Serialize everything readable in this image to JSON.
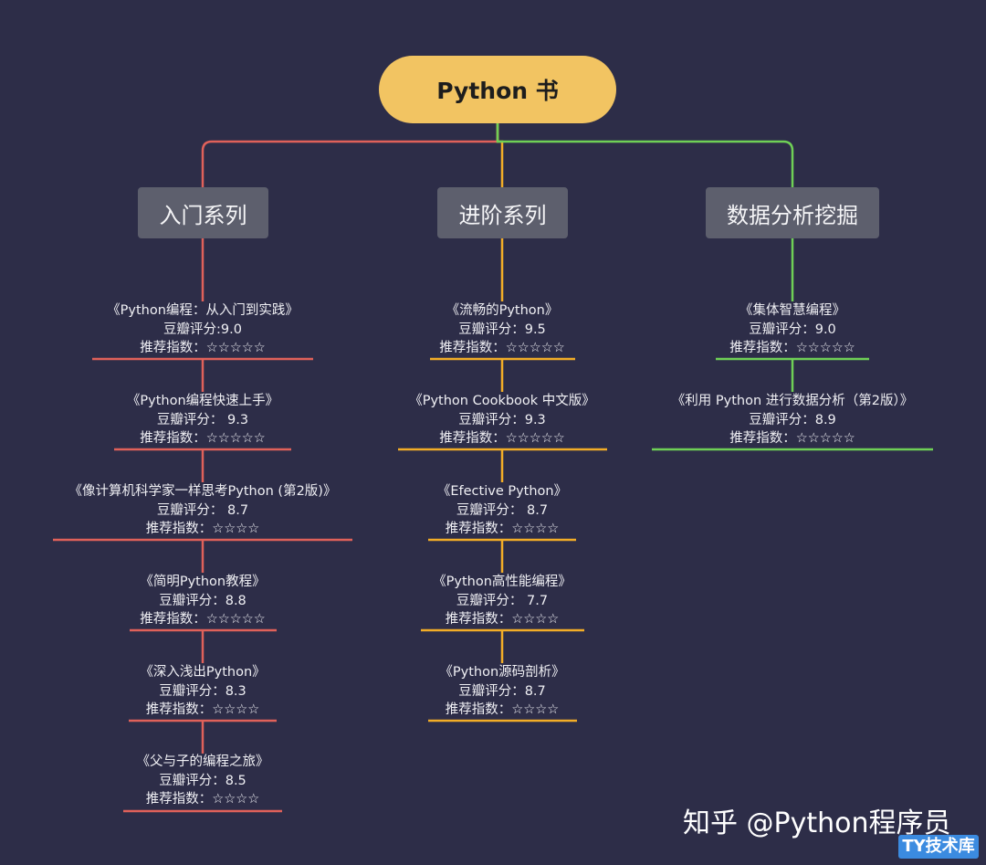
{
  "root": {
    "title": "Python 书"
  },
  "colors": {
    "background": "#2d2d48",
    "root_fill": "#f2c462",
    "category_fill": "#5d5f6d",
    "branches": [
      "#e0615a",
      "#f2ad27",
      "#6fd056"
    ]
  },
  "branches": [
    {
      "name": "入门系列",
      "books": [
        {
          "title": "《Python编程：从入门到实践》",
          "rating": "豆瓣评分:9.0",
          "stars": "推荐指数：☆☆☆☆☆"
        },
        {
          "title": "《Python编程快速上手》",
          "rating": "豆瓣评分： 9.3",
          "stars": "推荐指数：☆☆☆☆☆"
        },
        {
          "title": "《像计算机科学家一样思考Python (第2版)》",
          "rating": "豆瓣评分： 8.7",
          "stars": "推荐指数：☆☆☆☆"
        },
        {
          "title": "《简明Python教程》",
          "rating": "豆瓣评分：8.8",
          "stars": "推荐指数：☆☆☆☆☆"
        },
        {
          "title": "《深入浅出Python》",
          "rating": "豆瓣评分：8.3",
          "stars": "推荐指数：☆☆☆☆"
        },
        {
          "title": "《父与子的编程之旅》",
          "rating": "豆瓣评分：8.5",
          "stars": "推荐指数：☆☆☆☆"
        }
      ]
    },
    {
      "name": "进阶系列",
      "books": [
        {
          "title": "《流畅的Python》",
          "rating": "豆瓣评分：9.5",
          "stars": "推荐指数：☆☆☆☆☆"
        },
        {
          "title": "《Python Cookbook 中文版》",
          "rating": "豆瓣评分：9.3",
          "stars": "推荐指数：☆☆☆☆☆"
        },
        {
          "title": "《Efective Python》",
          "rating": "豆瓣评分： 8.7",
          "stars": "推荐指数：☆☆☆☆"
        },
        {
          "title": "《Python高性能编程》",
          "rating": "豆瓣评分： 7.7",
          "stars": "推荐指数：☆☆☆☆"
        },
        {
          "title": "《Python源码剖析》",
          "rating": "豆瓣评分：8.7",
          "stars": "推荐指数：☆☆☆☆"
        }
      ]
    },
    {
      "name": "数据分析挖掘",
      "books": [
        {
          "title": "《集体智慧编程》",
          "rating": "豆瓣评分：9.0",
          "stars": "推荐指数：☆☆☆☆☆"
        },
        {
          "title": "《利用 Python 进行数据分析（第2版）》",
          "rating": "豆瓣评分：8.9",
          "stars": "推荐指数：☆☆☆☆☆"
        }
      ]
    }
  ],
  "watermark": "知乎 @Python程序员",
  "site_tag": "TY技术库"
}
